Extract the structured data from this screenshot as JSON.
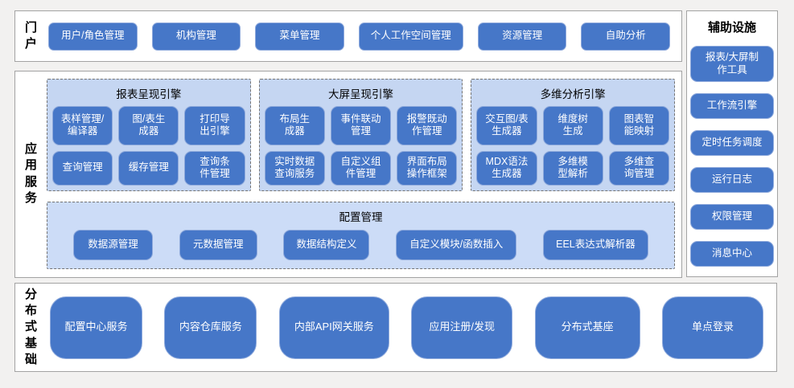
{
  "colors": {
    "button_blue": "#4677c8",
    "button_border": "#8faadc",
    "group_background": "#c5d6f2",
    "config_background": "#ccdcf7",
    "page_background": "#f2f1f0"
  },
  "portal": {
    "label": "门\n户",
    "items": [
      "用户/角色管理",
      "机构管理",
      "菜单管理",
      "个人工作空间管理",
      "资源管理",
      "自助分析"
    ]
  },
  "app_services": {
    "label": "应\n用\n服\n务",
    "groups": [
      {
        "title": "报表呈现引擎",
        "items": [
          "表样管理/\n编译器",
          "图/表生\n成器",
          "打印导\n出引擎",
          "查询管理",
          "缓存管理",
          "查询条\n件管理"
        ]
      },
      {
        "title": "大屏呈现引擎",
        "items": [
          "布局生\n成器",
          "事件联动\n管理",
          "报警既动\n作管理",
          "实时数据\n查询服务",
          "自定义组\n件管理",
          "界面布局\n操作框架"
        ]
      },
      {
        "title": "多维分析引擎",
        "items": [
          "交互图/表\n生成器",
          "维度树\n生成",
          "图表智\n能映射",
          "MDX语法\n生成器",
          "多维模\n型解析",
          "多维查\n询管理"
        ]
      }
    ],
    "config": {
      "title": "配置管理",
      "items": [
        "数据源管理",
        "元数据管理",
        "数据结构定义",
        "自定义模块/函数插入",
        "EEL表达式解析器"
      ]
    }
  },
  "aux": {
    "title": "辅助设施",
    "items": [
      "报表/大屏制\n作工具",
      "工作流引擎",
      "定时任务调度",
      "运行日志",
      "权限管理",
      "消息中心"
    ]
  },
  "foundation": {
    "label": "分\n布\n式\n基\n础",
    "items": [
      "配置中心服务",
      "内容仓库服务",
      "内部API网关服务",
      "应用注册/发现",
      "分布式基座",
      "单点登录"
    ]
  }
}
